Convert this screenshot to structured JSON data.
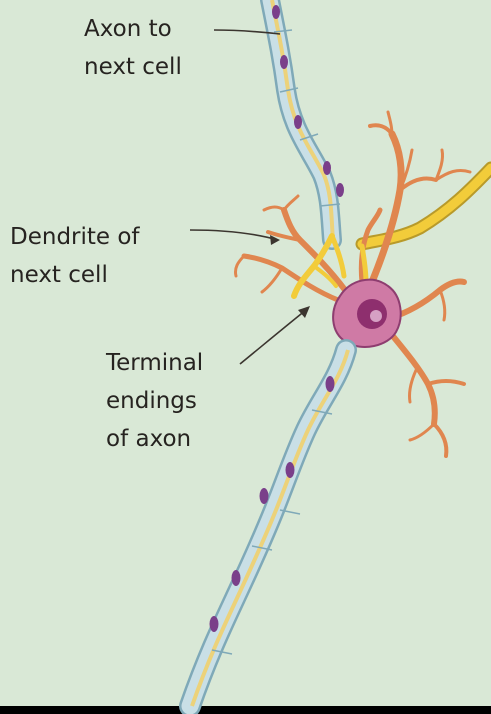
{
  "colors": {
    "background": "#d9e8d6",
    "frame": "#000000",
    "myelin_fill": "#c9dfe6",
    "myelin_edge": "#7fa9b8",
    "axon_core": "#ecd27a",
    "node_purple": "#7a3f8a",
    "cell_body": "#cf7aa5",
    "nucleus": "#8e2f6e",
    "dendrite": "#e0864f",
    "terminal": "#f2cc3a",
    "label_text": "#262320",
    "leader_line": "#3b352f"
  },
  "labels": {
    "axon_line1": "Axon to",
    "axon_line2": "next cell",
    "dendrite_line1": "Dendrite of",
    "dendrite_line2": "next cell",
    "terminal_line1": "Terminal",
    "terminal_line2": "endings",
    "terminal_line3": "of axon"
  }
}
